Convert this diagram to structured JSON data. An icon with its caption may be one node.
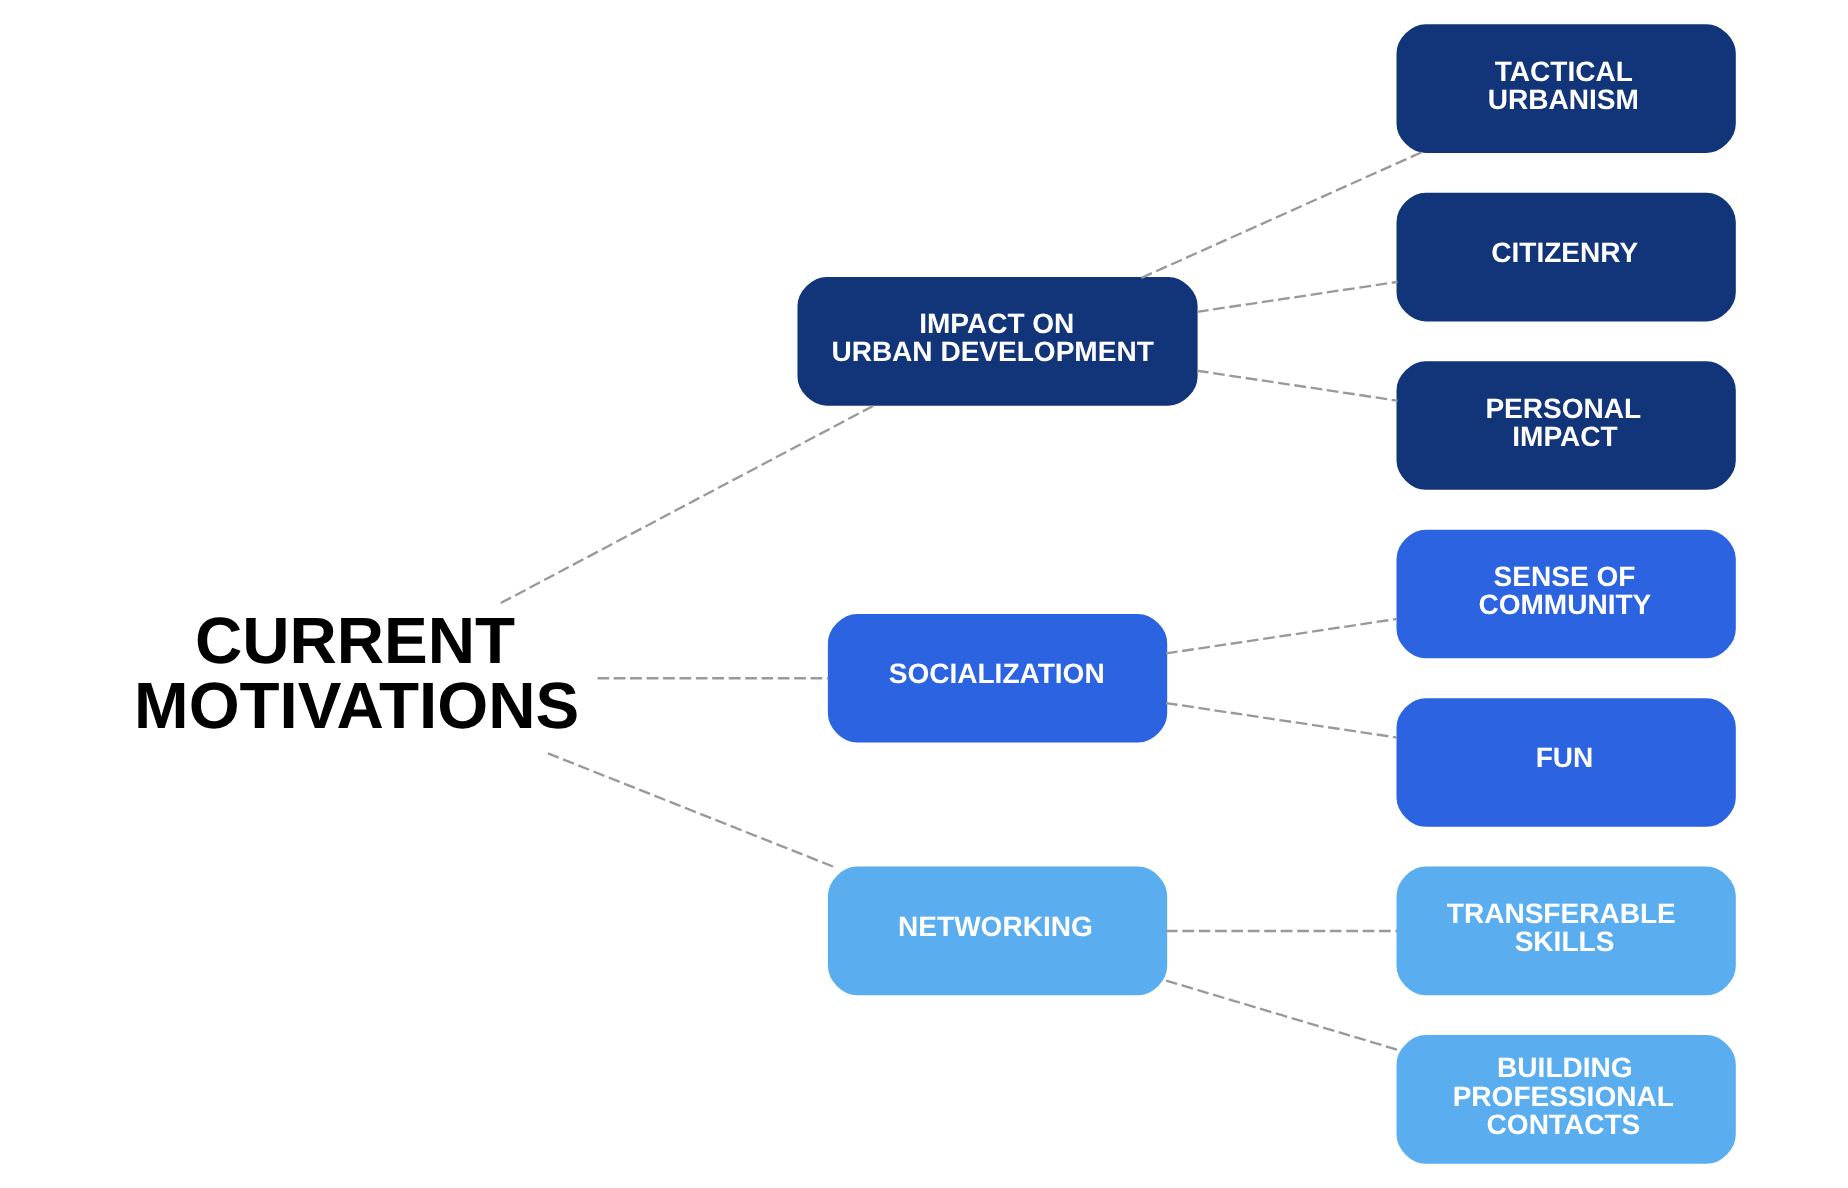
{
  "diagram": {
    "nodes": [
      {
        "text": [
          "CURRENT MOTIVATIONS"
        ]
      },
      {
        "text": [
          "IMPACT ON URBAN DEVELOPMENT"
        ]
      },
      {
        "text": [
          "TACTICAL URBANISM"
        ]
      },
      {
        "text": [
          "CITIZENRY"
        ]
      },
      {
        "text": [
          "PERSONAL IMPACT"
        ]
      },
      {
        "text": [
          "SOCIALIZATION"
        ]
      },
      {
        "text": [
          "SENSE OF COMMUNITY"
        ]
      },
      {
        "text": [
          "FUN"
        ]
      },
      {
        "text": [
          "NETWORKING"
        ]
      },
      {
        "text": [
          "TRANSFERABLE SKILLS"
        ]
      },
      {
        "text": [
          "BUILDING PROFESSIONAL CONTACTS"
        ]
      }
    ],
    "edges": [
      {
        "from": 0,
        "to": 1,
        "arrow": "none",
        "style": "dashed"
      },
      {
        "from": 0,
        "to": 5,
        "arrow": "none",
        "style": "dashed"
      },
      {
        "from": 0,
        "to": 8,
        "arrow": "none",
        "style": "dashed"
      },
      {
        "from": 1,
        "to": 2,
        "arrow": "none",
        "style": "dashed"
      },
      {
        "from": 1,
        "to": 3,
        "arrow": "none",
        "style": "dashed"
      },
      {
        "from": 1,
        "to": 4,
        "arrow": "none",
        "style": "dashed"
      },
      {
        "from": 5,
        "to": 6,
        "arrow": "none",
        "style": "dashed"
      },
      {
        "from": 5,
        "to": 7,
        "arrow": "none",
        "style": "dashed"
      },
      {
        "from": 8,
        "to": 9,
        "arrow": "none",
        "style": "dashed"
      },
      {
        "from": 8,
        "to": 10,
        "arrow": "none",
        "style": "dashed"
      }
    ]
  }
}
